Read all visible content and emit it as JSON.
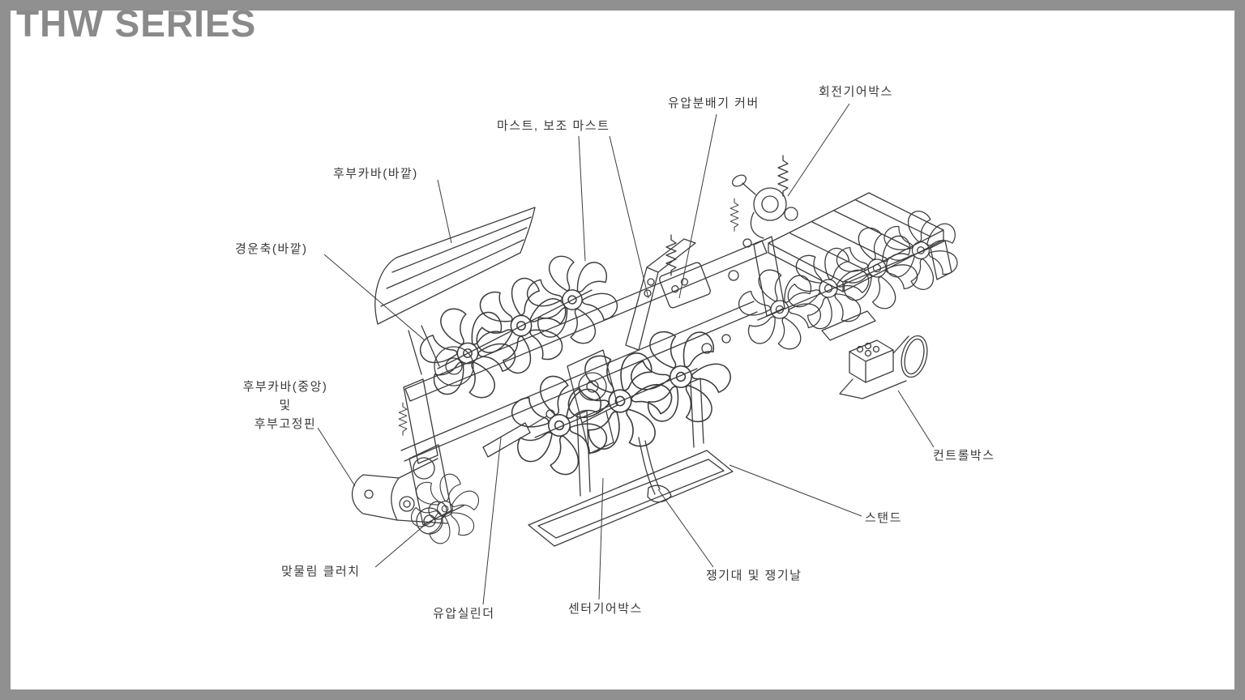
{
  "window": {
    "title": "THW SERIES"
  },
  "colors": {
    "frame": "#909090",
    "title_text": "#8a8a8a",
    "drawing_line": "#3c3c3c",
    "label_text": "#3a3a3a",
    "background": "#ffffff"
  },
  "labels": {
    "hydraulic_distributor_cover": "유압분배기 커버",
    "rotary_gearbox": "회전기어박스",
    "mast_aux_mast": "마스트, 보조 마스트",
    "rear_cover_outer": "후부카바(바깥)",
    "tilling_shaft_outer": "경운축(바깥)",
    "rear_cover_center_pin": "후부카바(중앙)\n및\n후부고정핀",
    "engagement_clutch": "맞물림 클러치",
    "hydraulic_cylinder": "유압실린더",
    "center_gearbox": "센터기어박스",
    "plow_bar_blade": "쟁기대 및 쟁기날",
    "stand": "스탠드",
    "control_box": "컨트롤박스"
  }
}
